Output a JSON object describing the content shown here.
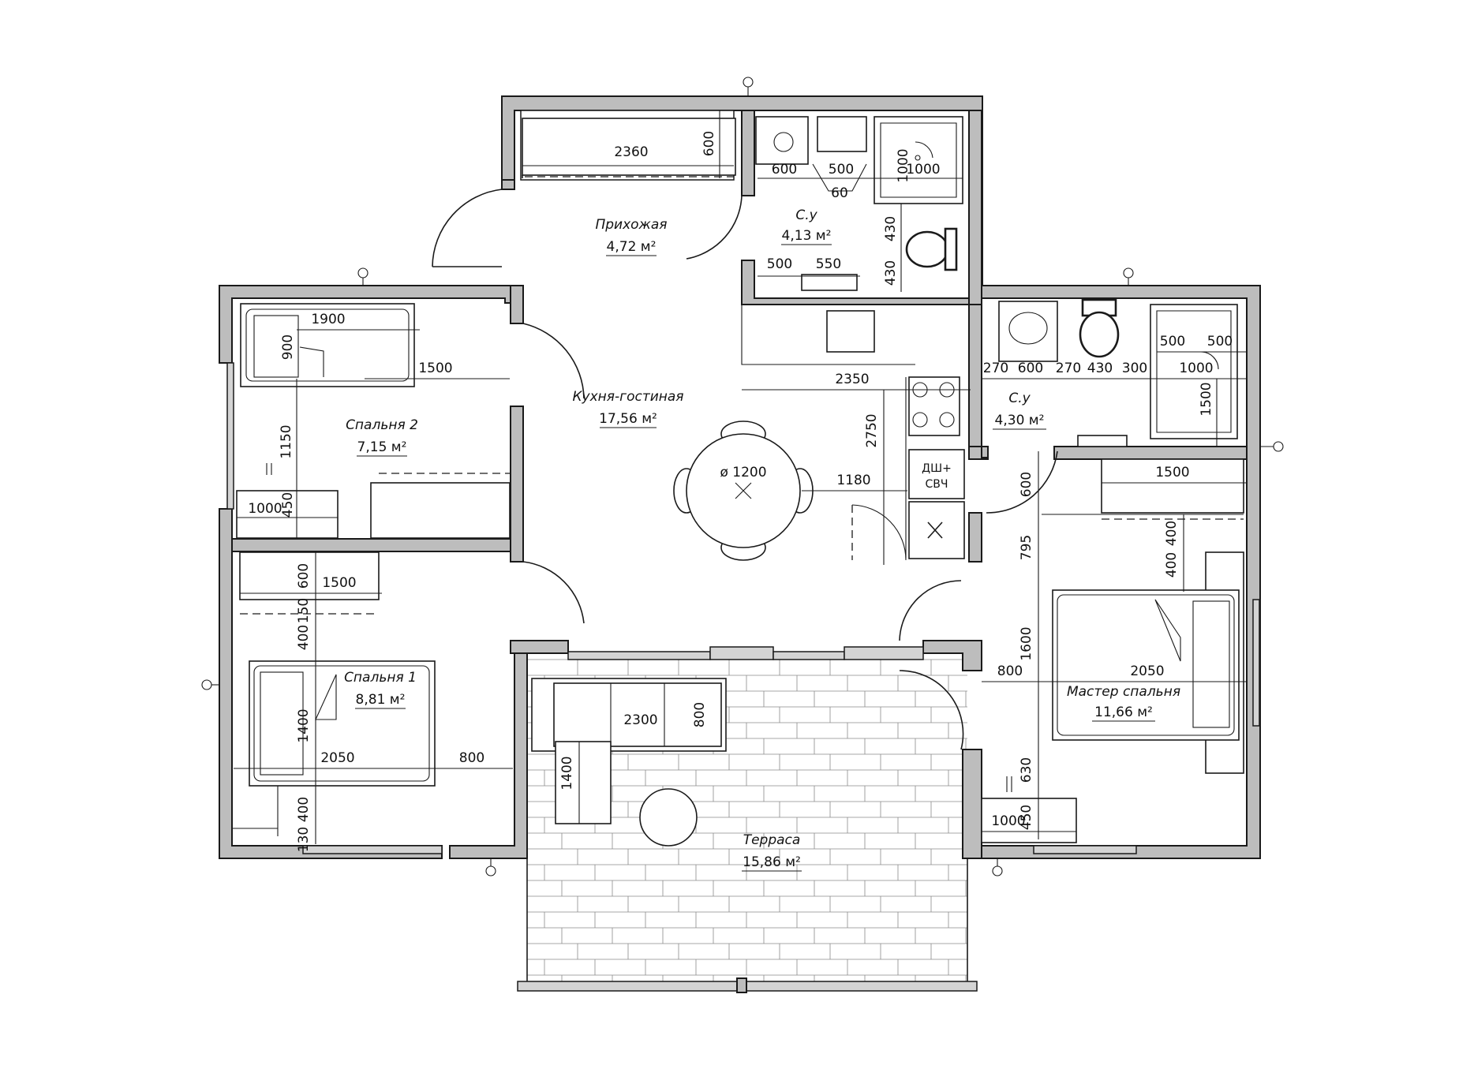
{
  "rooms": [
    {
      "name": "Прихожая",
      "area": "4,72 м²"
    },
    {
      "name": "С.у",
      "area": "4,13 м²"
    },
    {
      "name": "Кухня-гостиная",
      "area": "17,56 м²"
    },
    {
      "name": "Спальня 2",
      "area": "7,15 м²"
    },
    {
      "name": "С.у",
      "area": "4,30 м²"
    },
    {
      "name": "Спальня 1",
      "area": "8,81 м²"
    },
    {
      "name": "Мастер спальня",
      "area": "11,66 м²"
    },
    {
      "name": "Терраса",
      "area": "15,86 м²"
    }
  ],
  "appliances": {
    "shower_microwave_1": "ДШ+",
    "shower_microwave_2": "СВЧ",
    "table_diameter": "ø 1200"
  },
  "dimensions": {
    "hall_wardrobe": "2360",
    "hall_wardrobe_depth": "600",
    "wc1_w1": "600",
    "wc1_w2": "500",
    "wc1_w3": "60",
    "wc1_shower_h": "1000",
    "wc1_shower_w": "1000",
    "wc1_h1": "430",
    "wc1_h2": "430",
    "wc1_b1": "500",
    "wc1_b2": "550",
    "kitchen_2350": "2350",
    "kitchen_2750": "2750",
    "kitchen_1180": "1180",
    "bed2_1900": "1900",
    "bed2_900": "900",
    "bed2_1500": "1500",
    "bed2_1150": "1150",
    "bed2_1000": "1000",
    "bed2_450": "450",
    "bed1_600": "600",
    "bed1_1500": "1500",
    "bed1_150": "150",
    "bed1_400": "400",
    "bed1_1400": "1400",
    "bed1_2050": "2050",
    "bed1_800": "800",
    "bed1_400b": "400",
    "bed1_130": "130",
    "wc2_270a": "270",
    "wc2_600": "600",
    "wc2_270b": "270",
    "wc2_430": "430",
    "wc2_300": "300",
    "wc2_500a": "500",
    "wc2_500b": "500",
    "wc2_1000": "1000",
    "wc2_1500": "1500",
    "master_1500": "1500",
    "master_600": "600",
    "master_795": "795",
    "master_400a": "400",
    "master_400b": "400",
    "master_1600": "1600",
    "master_800": "800",
    "master_2050": "2050",
    "master_630": "630",
    "master_1000": "1000",
    "master_450": "450",
    "terrace_2300": "2300",
    "terrace_800": "800",
    "terrace_1400": "1400"
  }
}
